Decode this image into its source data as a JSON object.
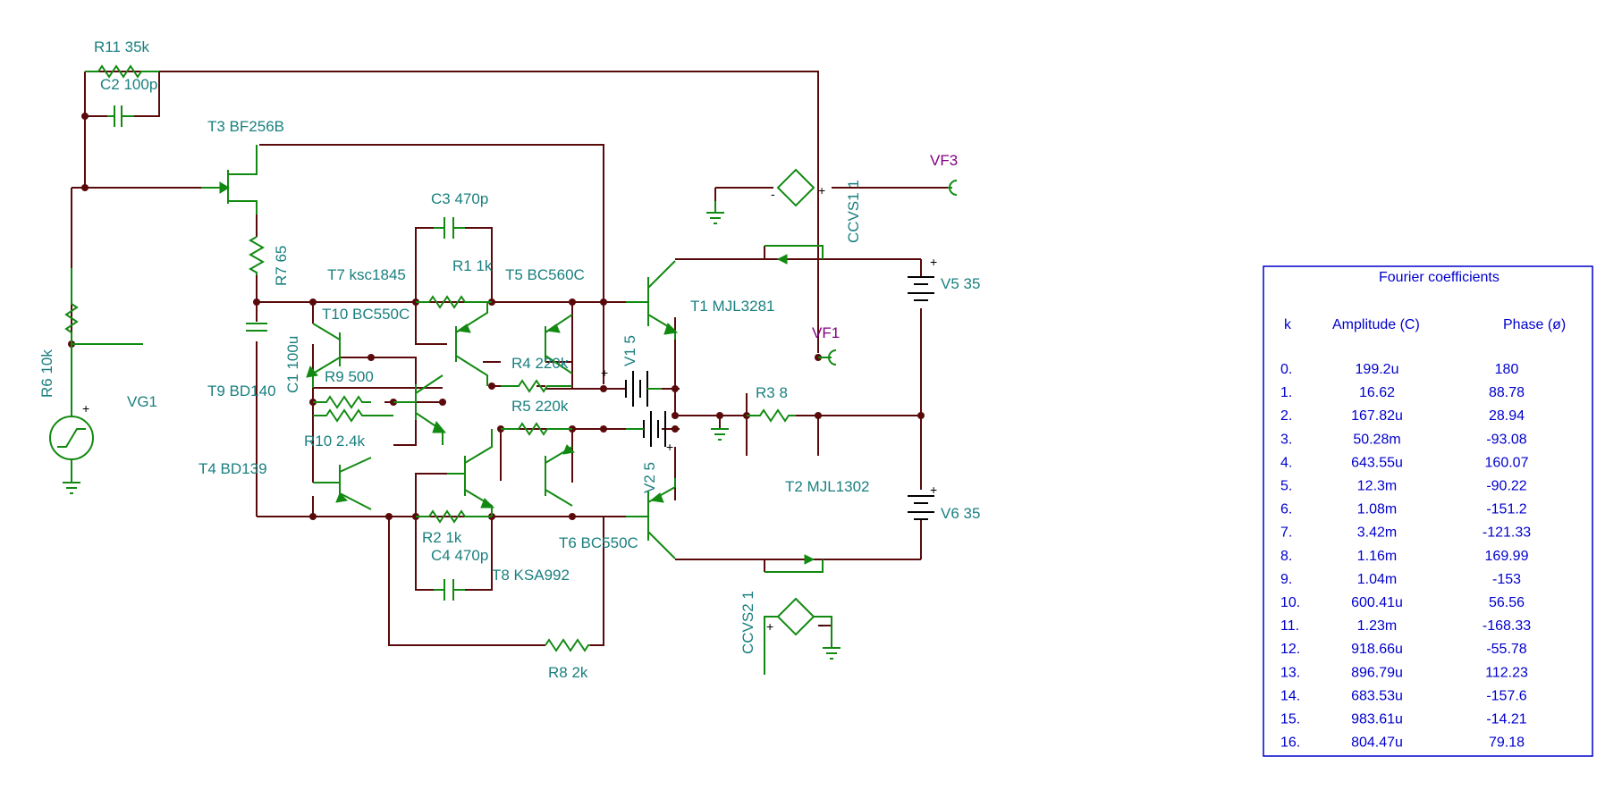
{
  "components": {
    "r11": "R11 35k",
    "c2": "C2 100p",
    "t3": "T3 BF256B",
    "c3": "C3 470p",
    "r7": "R7 65",
    "t7": "T7 ksc1845",
    "r1": "R1 1k",
    "t5": "T5 BC560C",
    "t1": "T1 MJL3281",
    "t10": "T10 BC550C",
    "c1": "C1 100u",
    "r6": "R6 10k",
    "r9": "R9 500",
    "r4": "R4 220k",
    "v1": "V1 5",
    "t9": "T9 BD140",
    "r5": "R5 220k",
    "r3": "R3 8",
    "r10": "R10 2.4k",
    "v2": "V2 5",
    "t4": "T4 BD139",
    "t2": "T2 MJL1302",
    "r2": "R2 1k",
    "t6": "T6 BC550C",
    "c4": "C4 470p",
    "t8": "T8 KSA992",
    "r8": "R8 2k",
    "v5": "V5 35",
    "v6": "V6 35",
    "ccvs1": "CCVS1 1",
    "ccvs2": "CCVS2 1",
    "vg1": "VG1"
  },
  "nodes": {
    "vf1": "VF1",
    "vf3": "VF3"
  },
  "polarity": {
    "plus": "+",
    "minus": "-"
  },
  "fourier": {
    "title": "Fourier coefficients",
    "headers": [
      "k",
      "Amplitude (C)",
      "Phase (ø)"
    ],
    "rows": [
      [
        "0.",
        "199.2u",
        "180"
      ],
      [
        "1.",
        "16.62",
        "88.78"
      ],
      [
        "2.",
        "167.82u",
        "28.94"
      ],
      [
        "3.",
        "50.28m",
        "-93.08"
      ],
      [
        "4.",
        "643.55u",
        "160.07"
      ],
      [
        "5.",
        "12.3m",
        "-90.22"
      ],
      [
        "6.",
        "1.08m",
        "-151.2"
      ],
      [
        "7.",
        "3.42m",
        "-121.33"
      ],
      [
        "8.",
        "1.16m",
        "169.99"
      ],
      [
        "9.",
        "1.04m",
        "-153"
      ],
      [
        "10.",
        "600.41u",
        "56.56"
      ],
      [
        "11.",
        "1.23m",
        "-168.33"
      ],
      [
        "12.",
        "918.66u",
        "-55.78"
      ],
      [
        "13.",
        "896.79u",
        "112.23"
      ],
      [
        "14.",
        "683.53u",
        "-157.6"
      ],
      [
        "15.",
        "983.61u",
        "-14.21"
      ],
      [
        "16.",
        "804.47u",
        "79.18"
      ]
    ]
  },
  "colors": {
    "wire": "#5a0a0a",
    "component": "#128a12",
    "label": "#1a7f7f",
    "node_label": "#800080",
    "table_text": "#0000cc"
  }
}
